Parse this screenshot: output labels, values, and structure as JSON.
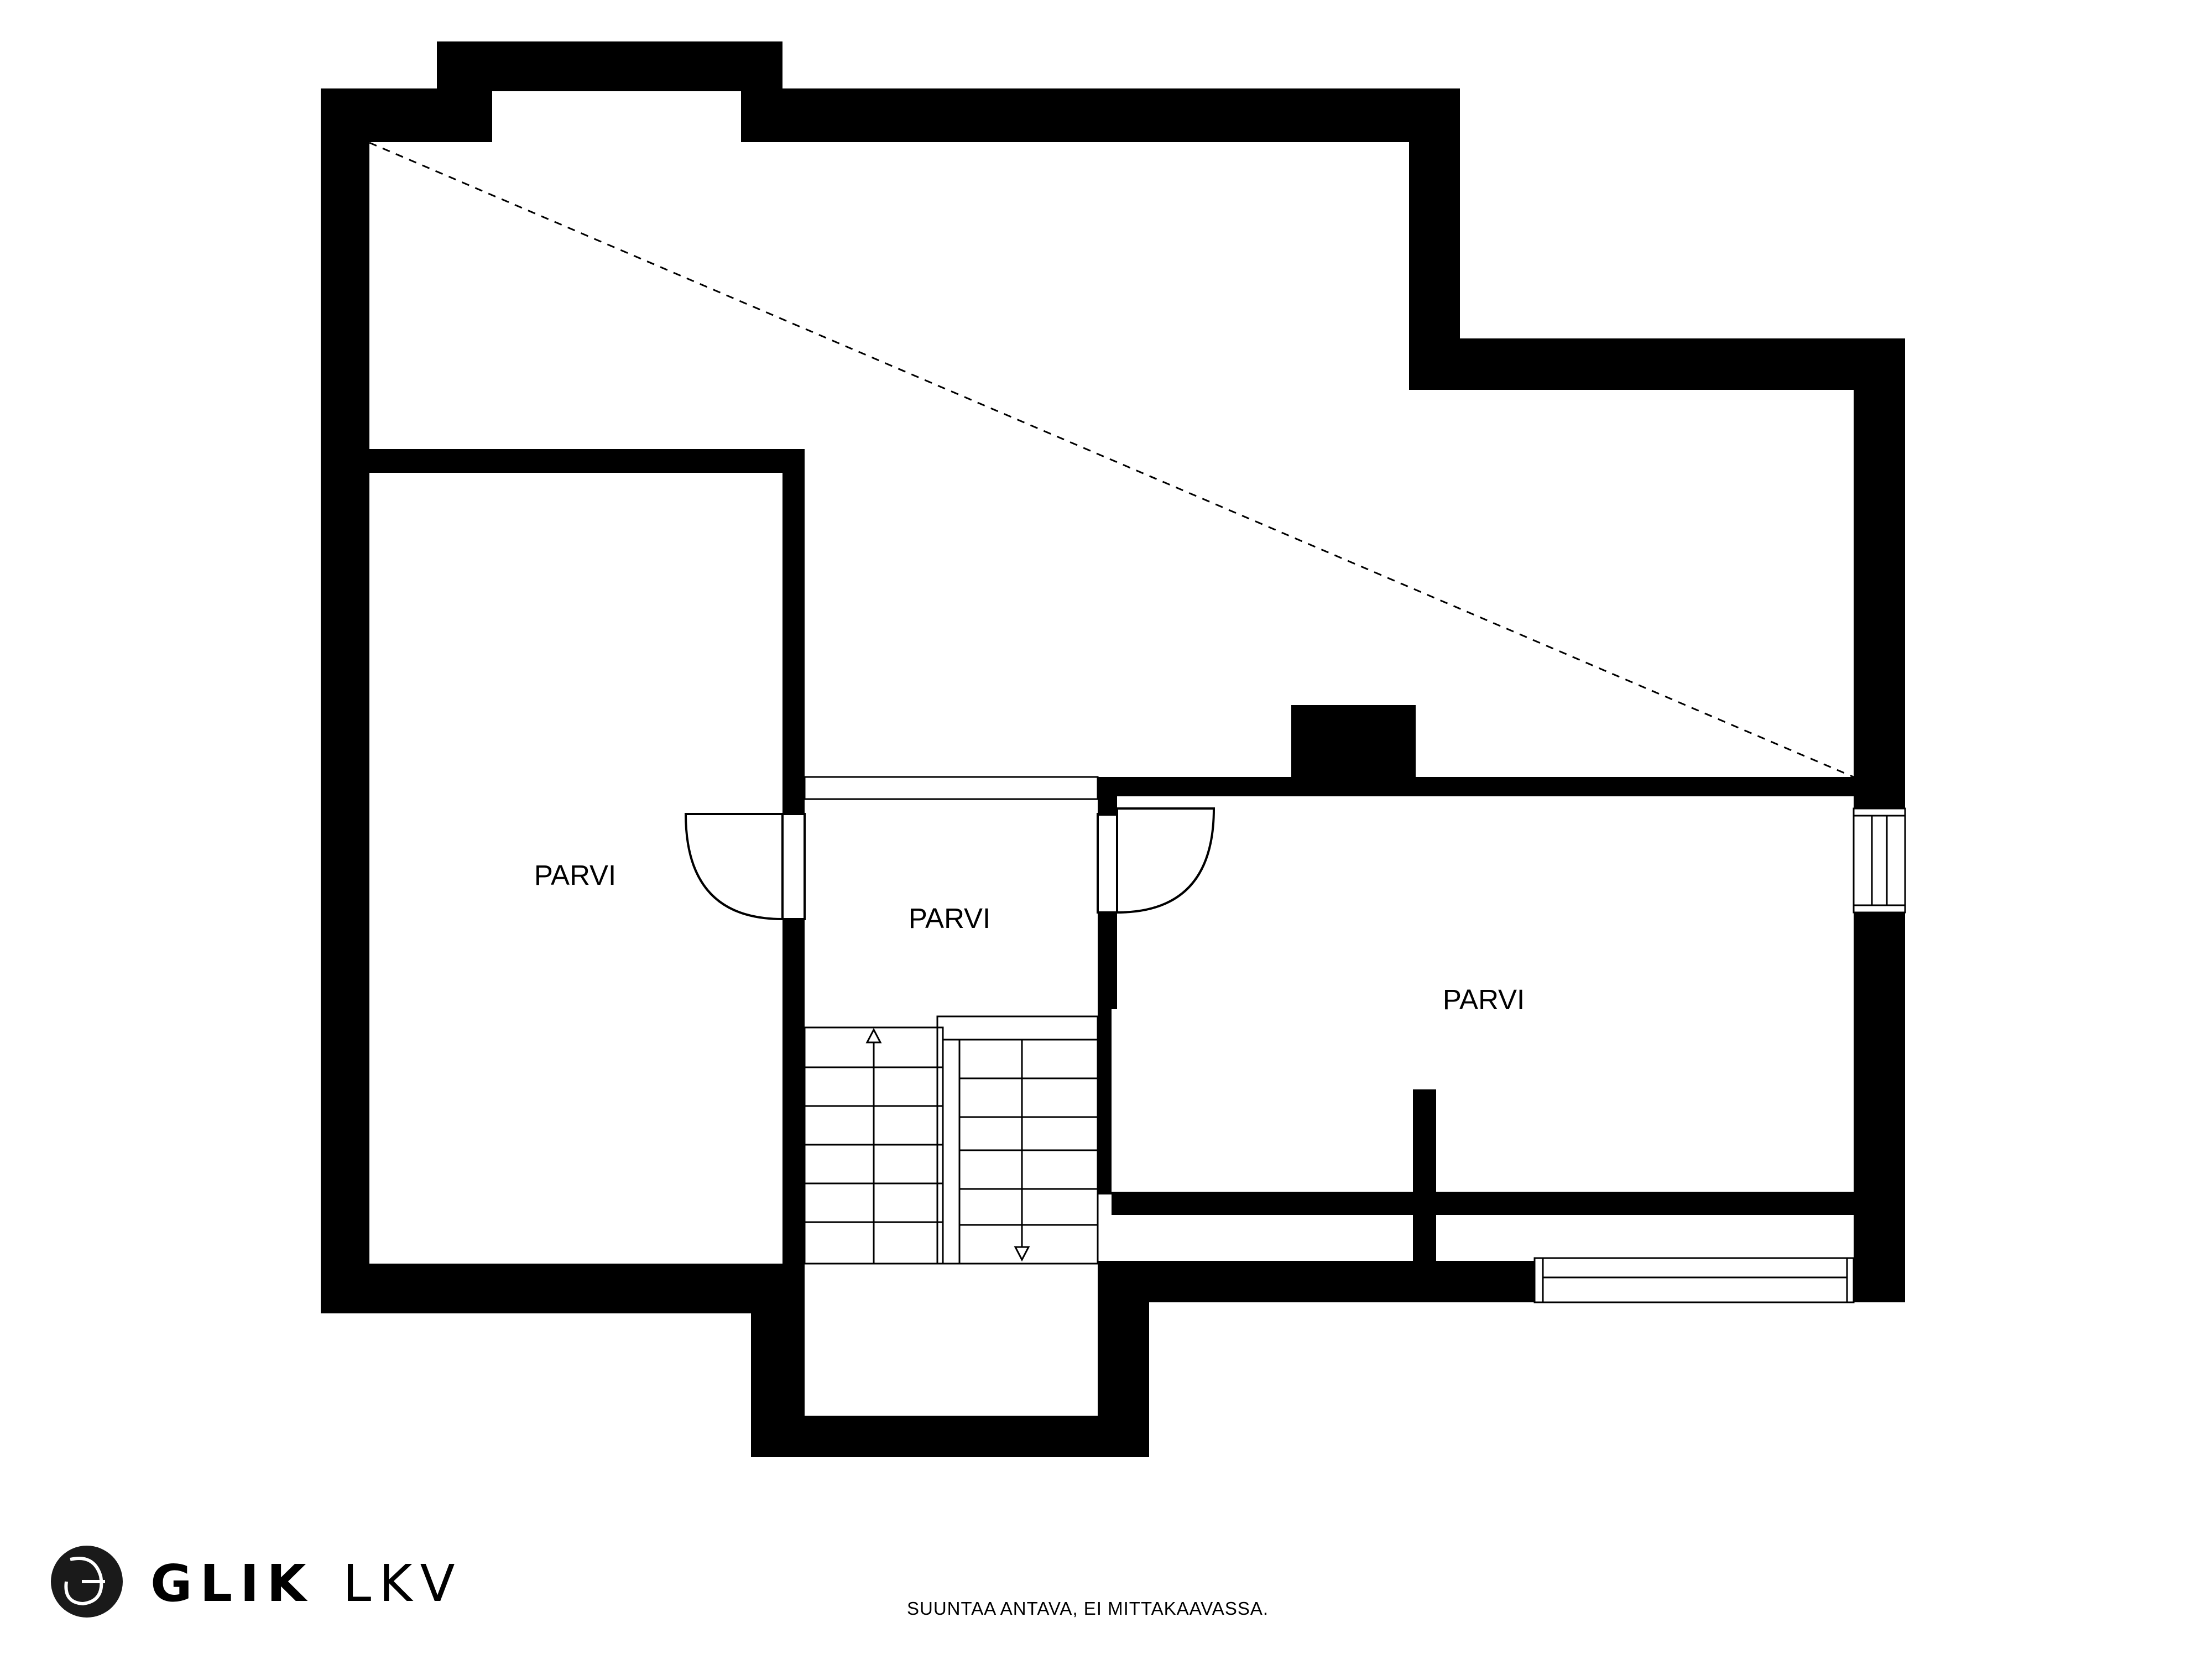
{
  "rooms": [
    {
      "id": "left",
      "label": "PARVI"
    },
    {
      "id": "middle",
      "label": "PARVI"
    },
    {
      "id": "right",
      "label": "PARVI"
    }
  ],
  "footer": {
    "brand_bold": "GLIK",
    "brand_light": "LKV",
    "disclaimer": "SUUNTAA ANTAVA, EI MITTAKAAVASSA."
  },
  "colors": {
    "wall": "#000000",
    "background": "#ffffff"
  }
}
